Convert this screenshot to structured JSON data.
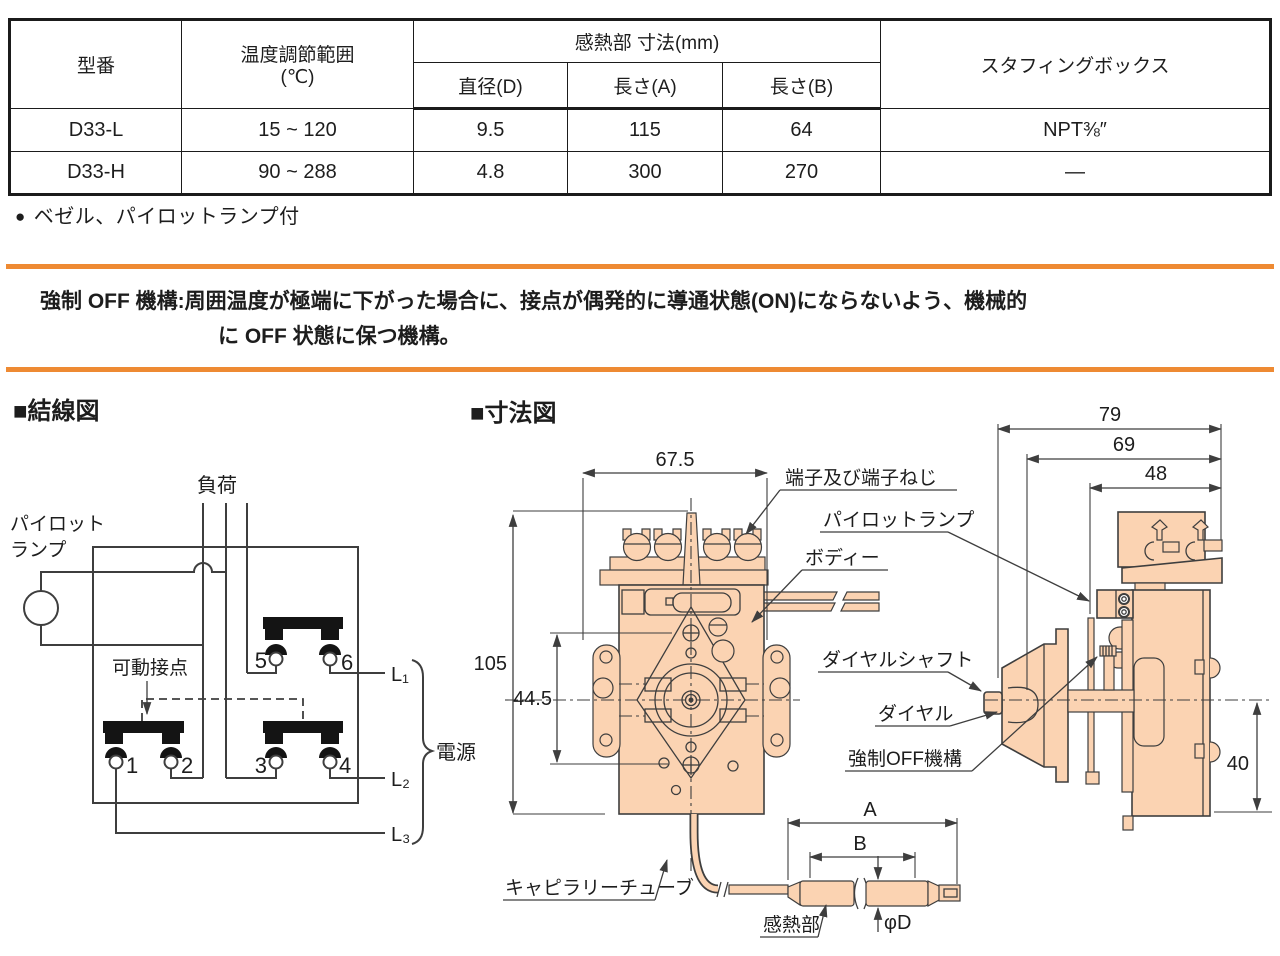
{
  "accent_color": "#EE8A33",
  "device_fill": "#FBD3B2",
  "table": {
    "headers": {
      "model": "型番",
      "temp1": "温度調節範囲",
      "temp2": "(℃)",
      "sensor_group": "感熱部 寸法(mm)",
      "diameter": "直径(D)",
      "length_a": "長さ(A)",
      "length_b": "長さ(B)",
      "stuffing": "スタフィングボックス"
    },
    "rows": [
      {
        "model": "D33-L",
        "temp": "15 ~ 120",
        "diameter": "9.5",
        "length_a": "115",
        "length_b": "64",
        "stuffing": "NPT⅜″"
      },
      {
        "model": "D33-H",
        "temp": "90 ~ 288",
        "diameter": "4.8",
        "length_a": "300",
        "length_b": "270",
        "stuffing": "—"
      }
    ]
  },
  "note": {
    "bullet": "●",
    "text": "ベゼル、パイロットランプ付"
  },
  "notice": {
    "line1": "強制 OFF 機構:周囲温度が極端に下がった場合に、接点が偶発的に導通状態(ON)にならないよう、機械的",
    "line2": "に OFF 状態に保つ機構。"
  },
  "wiring": {
    "title": "■結線図",
    "load": "負荷",
    "pilot1": "パイロット",
    "pilot2": "ランプ",
    "movable_contact": "可動接点",
    "power": "電源",
    "l1": "L₁",
    "l2": "L₂",
    "l3": "L₃",
    "t1": "1",
    "t2": "2",
    "t3": "3",
    "t4": "4",
    "t5": "5",
    "t6": "6"
  },
  "dimension": {
    "title": "■寸法図",
    "labels": {
      "terminal": "端子及び端子ねじ",
      "pilot_lamp": "パイロットランプ",
      "body": "ボディー",
      "dial_shaft": "ダイヤルシャフト",
      "dial": "ダイヤル",
      "forced_off": "強制OFF機構",
      "capillary": "キャピラリーチューブ",
      "sensor": "感熱部"
    },
    "dims": {
      "front_width": "67.5",
      "front_height": "105",
      "mount_pitch": "44.5",
      "side_depth_total": "79",
      "side_depth_mid": "69",
      "side_depth_panel": "48",
      "side_lower": "40",
      "len_a": "A",
      "len_b": "B",
      "dia": "φD"
    }
  }
}
